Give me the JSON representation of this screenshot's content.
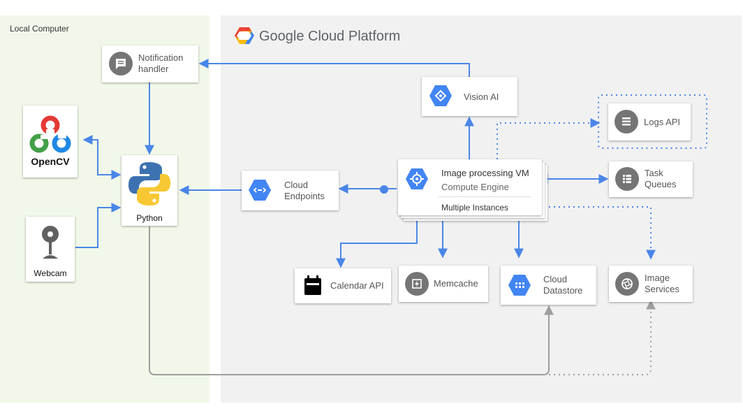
{
  "zones": {
    "local": {
      "label": "Local Computer"
    },
    "gcp": {
      "brand": "Google Cloud Platform"
    }
  },
  "nodes": {
    "notification": {
      "label_line1": "Notification",
      "label_line2": "handler",
      "icon": "message-icon"
    },
    "vision": {
      "label": "Vision AI",
      "icon": "vision-hex-icon"
    },
    "logs": {
      "label": "Logs API",
      "icon": "logs-icon"
    },
    "opencv": {
      "label": "OpenCV",
      "icon": "opencv-logo"
    },
    "python": {
      "label": "Python",
      "icon": "python-logo"
    },
    "endpoints": {
      "label_line1": "Cloud",
      "label_line2": "Endpoints",
      "icon": "endpoints-hex-icon"
    },
    "vm": {
      "title": "Image processing VM",
      "subtitle": "Compute Engine",
      "footer": "Multiple Instances",
      "icon": "compute-engine-hex-icon"
    },
    "task_queues": {
      "label_line1": "Task",
      "label_line2": "Queues",
      "icon": "task-queues-icon"
    },
    "webcam": {
      "label": "Webcam",
      "icon": "webcam-icon"
    },
    "calendar": {
      "label": "Calendar API",
      "icon": "calendar-icon"
    },
    "memcache": {
      "label": "Memcache",
      "icon": "memcache-icon"
    },
    "datastore": {
      "label_line1": "Cloud",
      "label_line2": "Datastore",
      "icon": "datastore-hex-icon"
    },
    "image_services": {
      "label_line1": "Image",
      "label_line2": "Services",
      "icon": "image-services-icon"
    }
  },
  "colors": {
    "local_zone": "#f1f8e9",
    "gcp_zone": "#f1f1f1",
    "arrow_blue": "#4a86e8",
    "arrow_gray": "#9e9e9e",
    "hex_blue": "#4285f4",
    "icon_gray": "#757575"
  }
}
